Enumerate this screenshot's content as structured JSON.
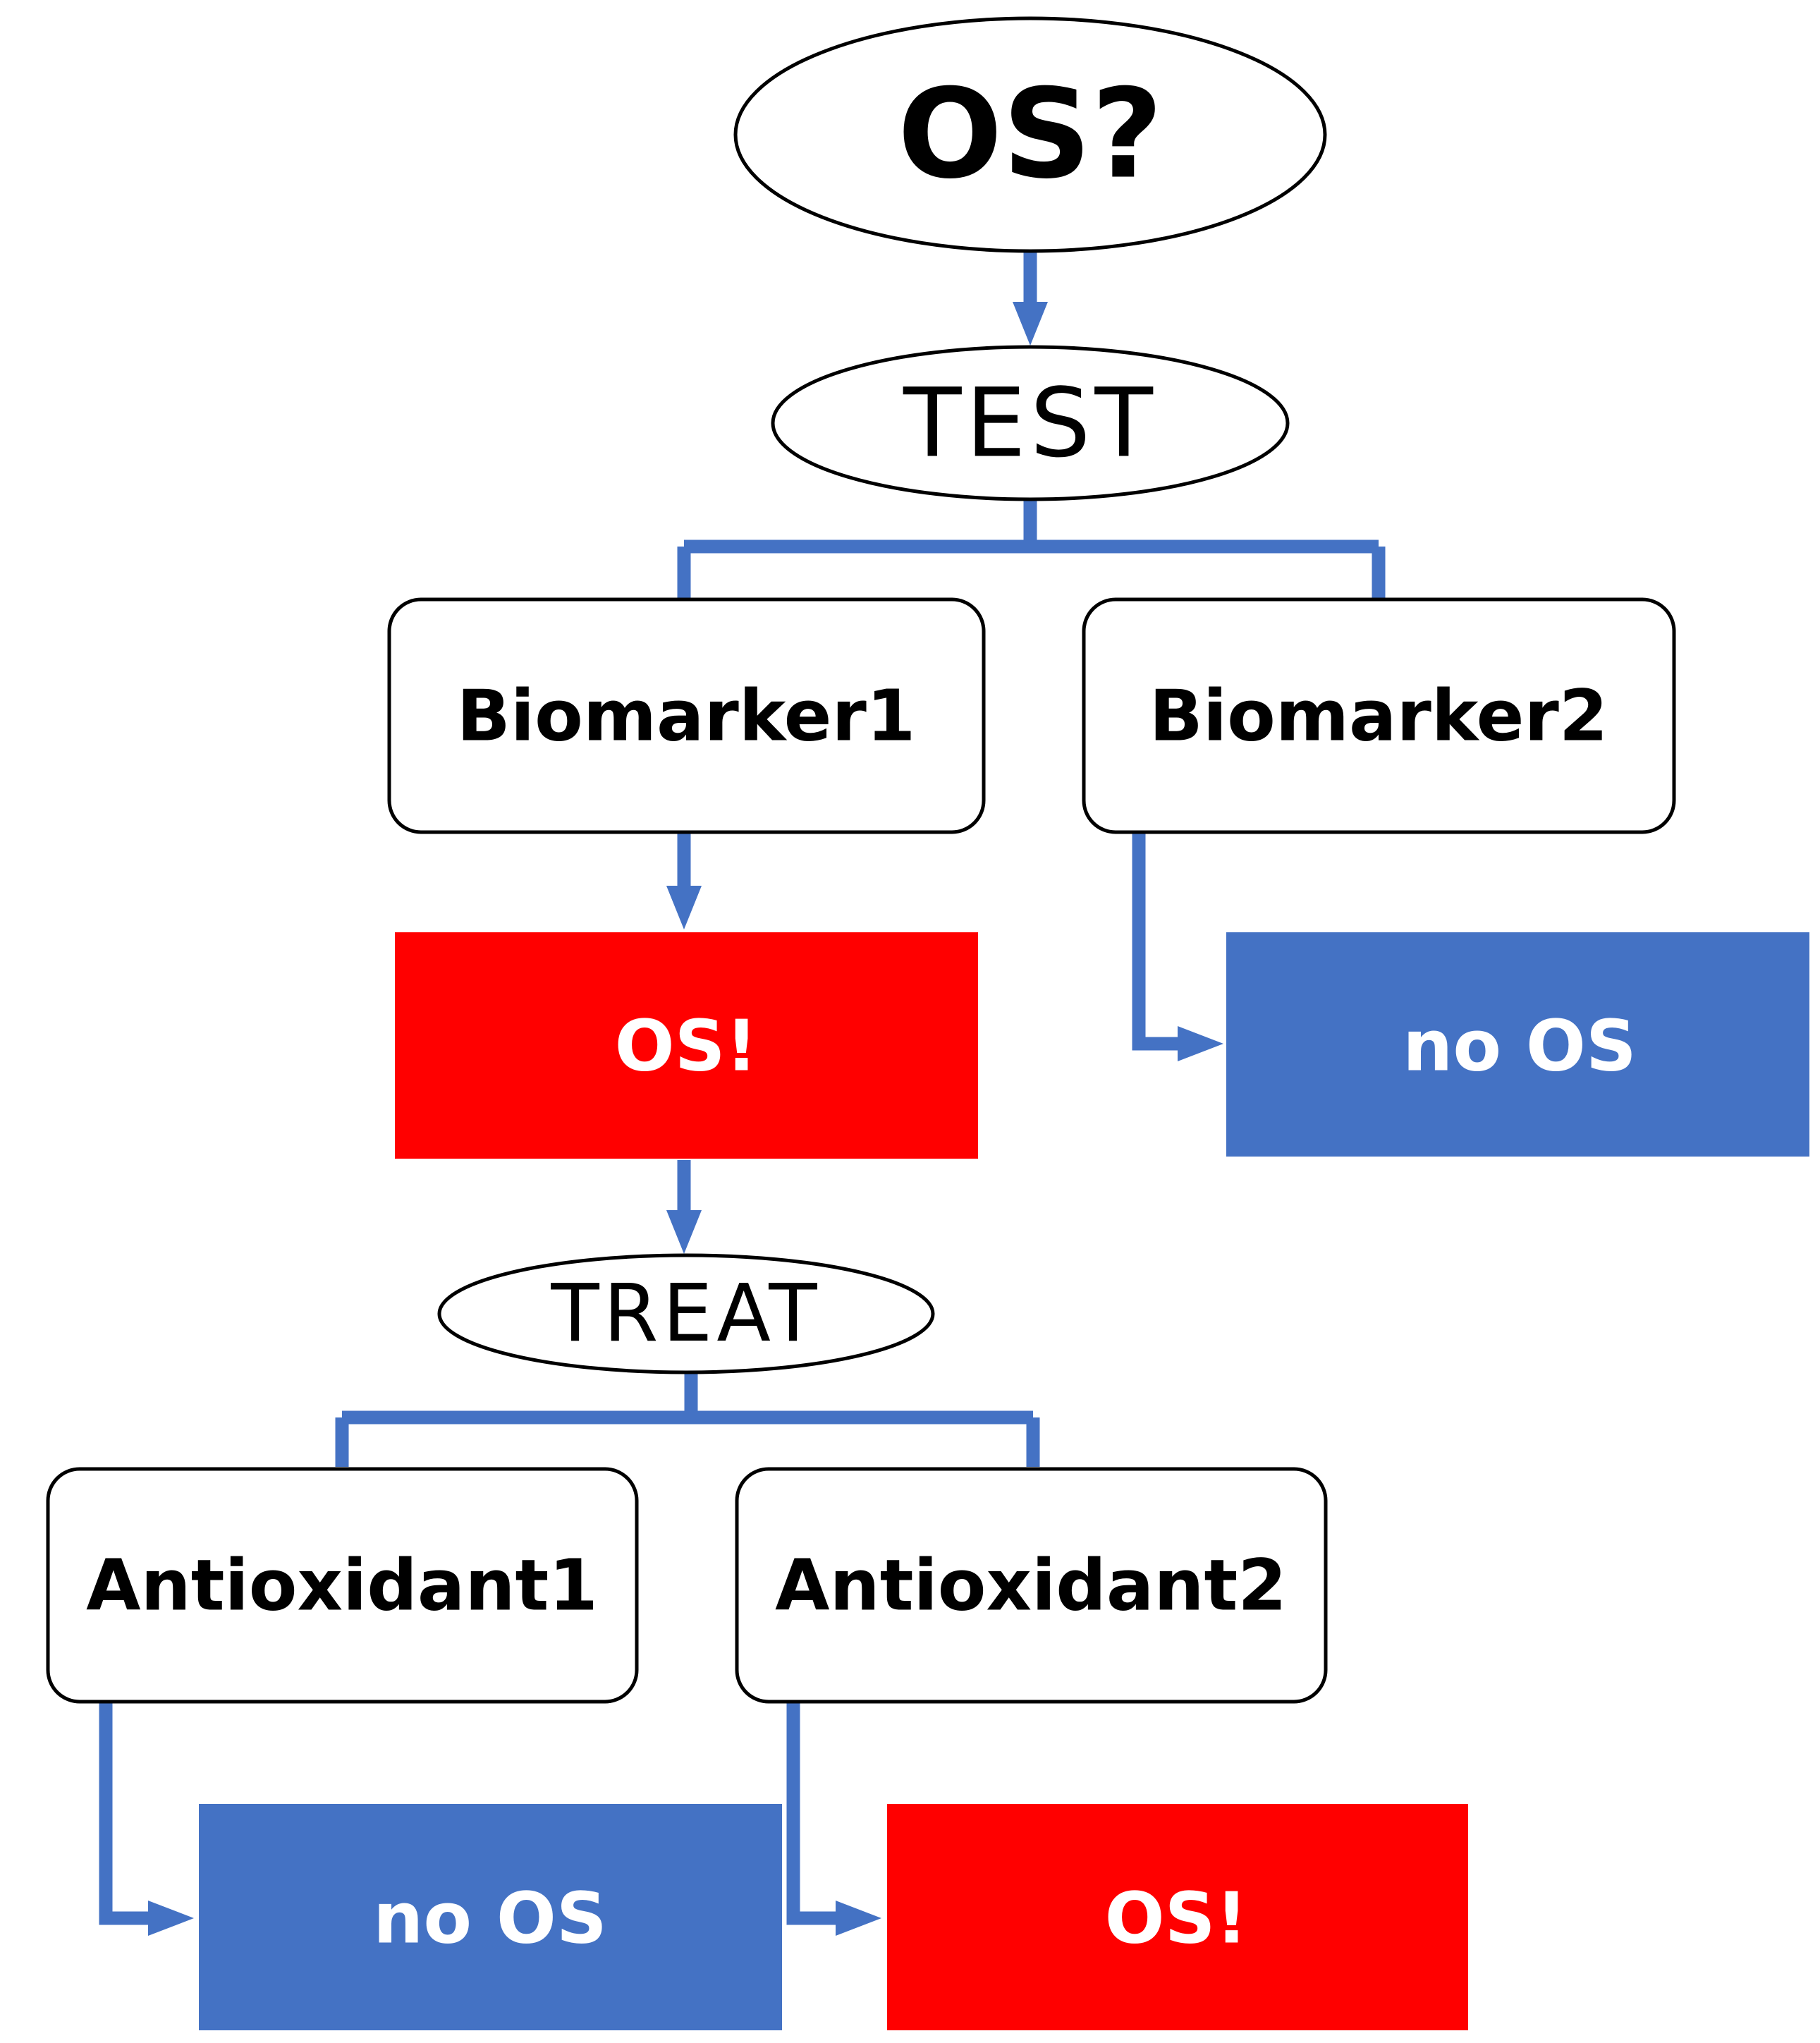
{
  "nodes": {
    "question": "OS?",
    "test": "TEST",
    "biomarker1": "Biomarker1",
    "biomarker2": "Biomarker2",
    "result_os_1": "OS!",
    "result_no_os_1": "no OS",
    "treat": "TREAT",
    "antioxidant1": "Antioxidant1",
    "antioxidant2": "Antioxidant2",
    "result_no_os_2": "no OS",
    "result_os_2": "OS!"
  },
  "colors": {
    "connector": "#4472c4",
    "os_positive": "#ff0000",
    "os_negative": "#4472c4"
  }
}
